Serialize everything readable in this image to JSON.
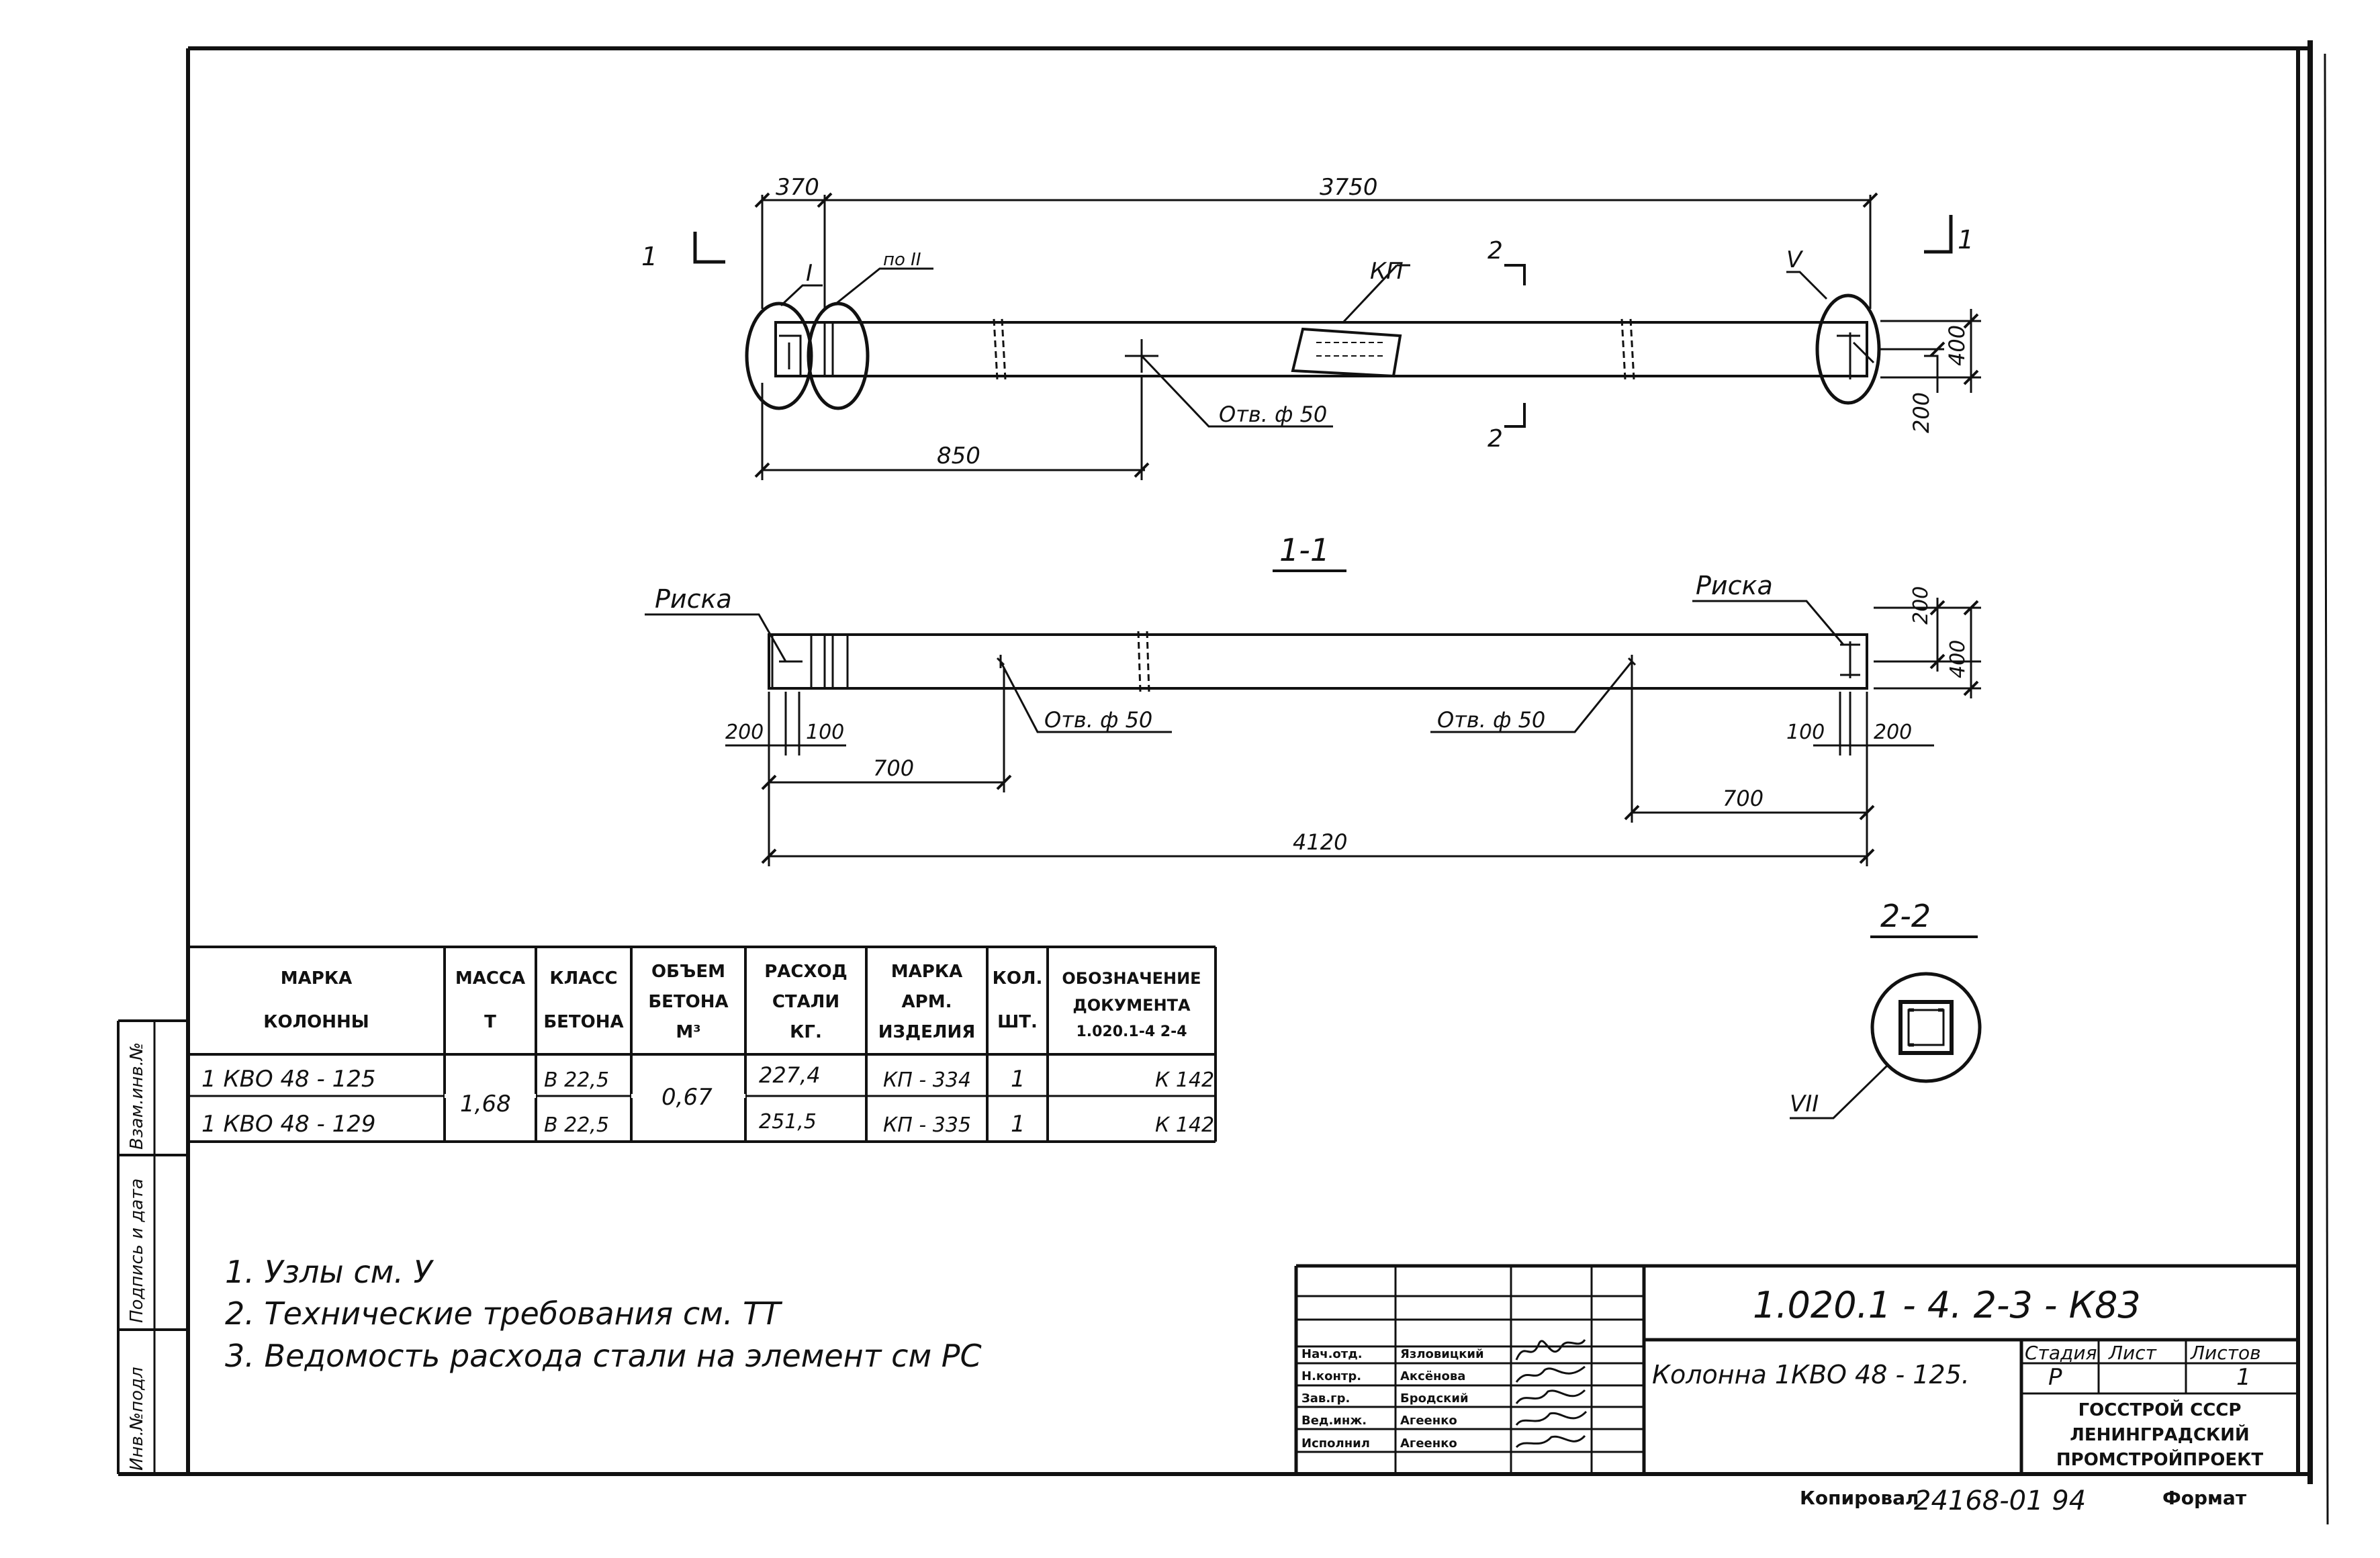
{
  "drawing": {
    "top_dims": {
      "d370": "370",
      "d3750": "3750",
      "d850": "850",
      "d400": "400",
      "d200": "200"
    },
    "callouts": {
      "I": "I",
      "po_II": "по II",
      "V": "V",
      "VII": "VII",
      "KP": "КП"
    },
    "hole_label": "Отв. ф 50",
    "section_marks": {
      "one": "1",
      "two": "2"
    },
    "section_1_1_title": "1-1",
    "section_2_2_title": "2-2",
    "riska": "Риска",
    "mid_dims": {
      "d200l": "200",
      "d100l": "100",
      "d700l": "700",
      "d4120": "4120",
      "d700r": "700",
      "d100r": "100",
      "d200r": "200",
      "d200v": "200",
      "d400v": "400"
    }
  },
  "table": {
    "headers": [
      [
        "МАРКА",
        "КОЛОННЫ"
      ],
      [
        "МАССА",
        "Т"
      ],
      [
        "КЛАСС",
        "БЕТОНА"
      ],
      [
        "ОБЪЕМ",
        "БЕТОНА",
        "М³"
      ],
      [
        "РАСХОД",
        "СТАЛИ",
        "КГ."
      ],
      [
        "МАРКА",
        "АРМ.",
        "ИЗДЕЛИЯ"
      ],
      [
        "КОЛ.",
        "ШТ."
      ],
      [
        "ОБОЗНАЧЕНИЕ",
        "ДОКУМЕНТА",
        "1.020.1-4  2-4"
      ]
    ],
    "rows": [
      {
        "mark": "1 КВО 48 - 125",
        "klass": "В 22,5",
        "steel": "227,4",
        "arm": "КП - 334",
        "qty": "1",
        "doc": "К 142"
      },
      {
        "mark": "1 КВО 48 - 129",
        "klass": "В 22,5",
        "steel": "251,5",
        "arm": "КП - 335",
        "qty": "1",
        "doc": "К 142"
      }
    ],
    "mass": "1,68",
    "volume": "0,67"
  },
  "notes": [
    "1. Узлы  см.  У",
    "2. Технические  требования  см.  ТТ",
    "3. Ведомость  расхода  стали  на элемент  см  РС"
  ],
  "side_stamps": [
    "Инв.№подл",
    "Подпись и дата",
    "Взам.инв.№"
  ],
  "title_block": {
    "code": "1.020.1 - 4.  2-3   -   К83",
    "name": "Колонна  1КВО 48 - 125.",
    "stage_label": "Стадия",
    "sheet_label": "Лист",
    "sheets_label": "Листов",
    "stage": "Р",
    "sheets": "1",
    "org": [
      "ГОССТРОЙ СССР",
      "ЛЕНИНГРАДСКИЙ",
      "ПРОМСТРОЙПРОЕКТ"
    ],
    "staff": [
      {
        "role": "Нач.отд.",
        "name": "Язловицкий"
      },
      {
        "role": "Н.контр.",
        "name": "Аксёнова"
      },
      {
        "role": "Зав.гр.",
        "name": "Бродский"
      },
      {
        "role": "Вед.инж.",
        "name": "Агеенко"
      },
      {
        "role": "Исполнил",
        "name": "Агеенко"
      }
    ]
  },
  "footer": {
    "copied": "Копировал",
    "number": "24168-01  94",
    "format": "Формат"
  }
}
